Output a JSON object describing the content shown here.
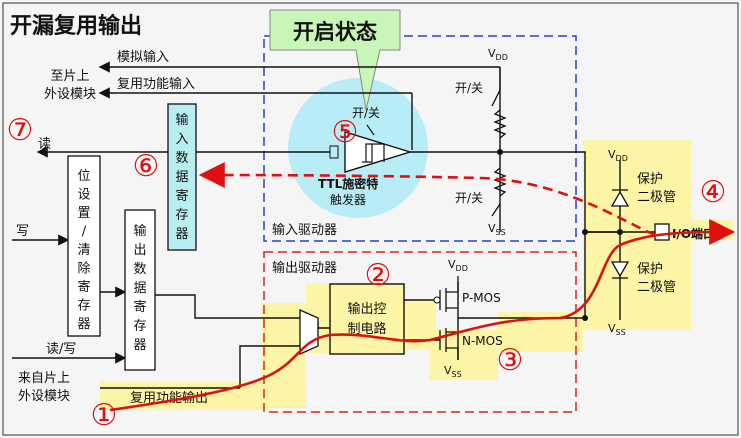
{
  "title": "开漏复用输出",
  "callout": {
    "label": "开启状态"
  },
  "left_labels": {
    "to_chip": [
      "至片上",
      "外设模块"
    ],
    "from_chip": [
      "来自片上",
      "外设模块"
    ],
    "read": "读",
    "write": "写",
    "read_write": "读/写"
  },
  "signals": {
    "analog_input": "模拟输入",
    "alt_func_input": "复用功能输入",
    "alt_func_output": "复用功能输出"
  },
  "registers": {
    "input_data_register": [
      "输",
      "入",
      "数",
      "据",
      "寄",
      "存",
      "器"
    ],
    "bit_set_clear_register": [
      "位",
      "设",
      "置",
      "/",
      "清",
      "除",
      "寄",
      "存",
      "器"
    ],
    "output_data_register": [
      "输",
      "出",
      "数",
      "据",
      "寄",
      "存",
      "器"
    ]
  },
  "blocks": {
    "input_driver": "输入驱动器",
    "output_driver": "输出驱动器",
    "output_control": [
      "输出控",
      "制电路"
    ],
    "schmitt": [
      "TTL施密特",
      "触发器"
    ],
    "switch_top": "开/关",
    "switch_left": "开/关",
    "switch_bottom": "开/关",
    "pmos": "P-MOS",
    "nmos": "N-MOS",
    "protect_top": [
      "保护",
      "二极管"
    ],
    "protect_bottom": [
      "保护",
      "二极管"
    ],
    "io_pin": "I/O端口"
  },
  "supplies": {
    "vdd": "V",
    "vdd_sub": "DD",
    "vss": "V",
    "vss_sub": "SS"
  },
  "markers": [
    "①",
    "②",
    "③",
    "④",
    "⑤",
    "⑥",
    "⑦"
  ],
  "colors": {
    "title": "#e01010",
    "input_driver_box": "#2a3fd0",
    "output_driver_box": "#e02020",
    "highlight_yellow": "#fdf5a6",
    "input_reg_fill": "#b9eef0",
    "callout_green": "#c8f5b8",
    "schmitt_circle": "#b8ecf6",
    "signal_path": "#e01010"
  }
}
